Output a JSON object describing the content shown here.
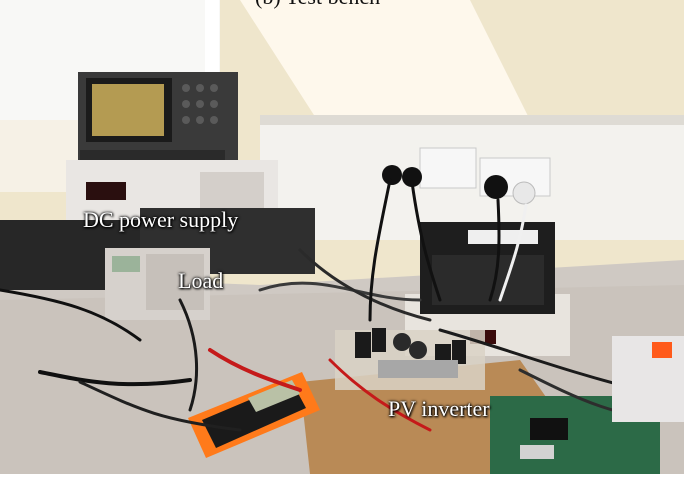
{
  "figure": {
    "top_caption_partial": "(b) Test bench",
    "labels": {
      "dc_power_supply": "DC power supply",
      "load": "Load",
      "pv_inverter": "PV inverter"
    }
  },
  "colors": {
    "wall": "#efe6cc",
    "window": "#f8f8f6",
    "desk": "#cfc9c3",
    "oscilloscope_body": "#3a3a3a",
    "oscilloscope_screen": "#b49b52",
    "psu_body": "#e9e6e3",
    "dark_unit": "#222222",
    "multimeter_orange": "#ff7a1a",
    "pcb_green": "#2c6a47",
    "wood_board": "#b98a56"
  }
}
